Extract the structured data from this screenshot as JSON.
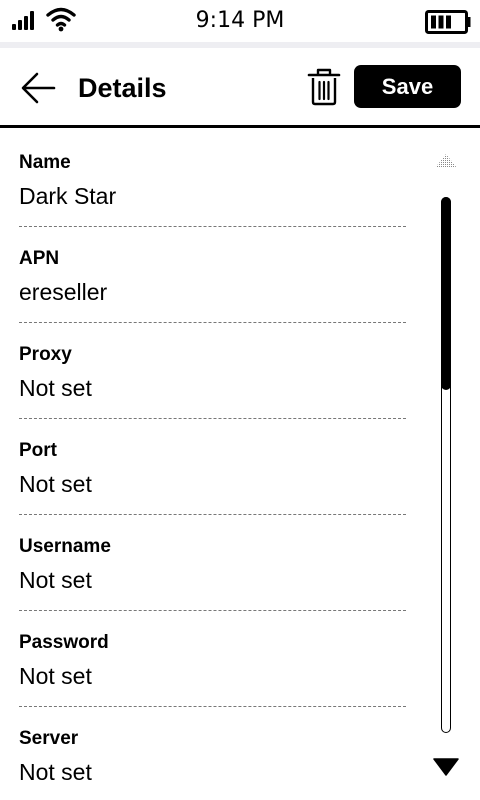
{
  "status_bar": {
    "time": "9:14 PM",
    "icons": [
      "signal-icon",
      "wifi-icon",
      "battery-icon"
    ]
  },
  "app_bar": {
    "title": "Details",
    "save_label": "Save",
    "icons": [
      "arrow-left-icon",
      "trash-icon"
    ]
  },
  "fields": [
    {
      "label": "Name",
      "value": "Dark Star"
    },
    {
      "label": "APN",
      "value": "ereseller"
    },
    {
      "label": "Proxy",
      "value": "Not set"
    },
    {
      "label": "Port",
      "value": "Not set"
    },
    {
      "label": "Username",
      "value": "Not set"
    },
    {
      "label": "Password",
      "value": "Not set"
    },
    {
      "label": "Server",
      "value": "Not set"
    }
  ],
  "scrollbar": {
    "icons": [
      "scroll-up-icon",
      "scroll-down-icon"
    ],
    "thumb_fraction": 0.36,
    "position_fraction": 0.0
  },
  "colors": {
    "foreground": "#000000",
    "background": "#ffffff",
    "status_strip": "#eeeef2",
    "divider": "#777777"
  }
}
